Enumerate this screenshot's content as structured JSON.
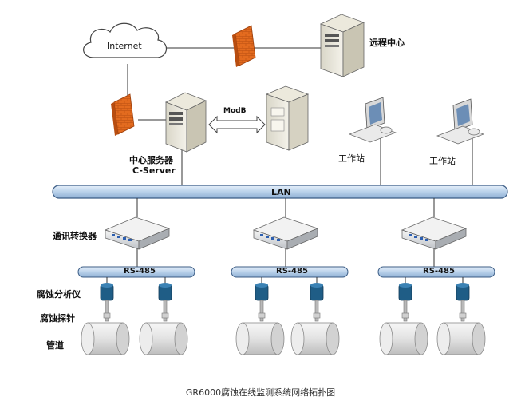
{
  "labels": {
    "internet": "Internet",
    "remote_center": "远程中心",
    "modbus": "ModB",
    "center_server_line1": "中心服务器",
    "center_server_line2": "C-Server",
    "workstation": "工作站",
    "lan": "LAN",
    "comm_converter": "通讯转换器",
    "rs485": "RS-485",
    "corrosion_analyzer": "腐蚀分析仪",
    "corrosion_probe": "腐蚀探针",
    "pipeline": "管道"
  },
  "caption": "GR6000腐蚀在线监测系统网络拓扑图",
  "colors": {
    "bus_fill": "#c9dcef",
    "bus_stroke": "#3c5d86",
    "firewall": "#e06a1e",
    "analyzer": "#1f5d86",
    "line": "#333333"
  }
}
